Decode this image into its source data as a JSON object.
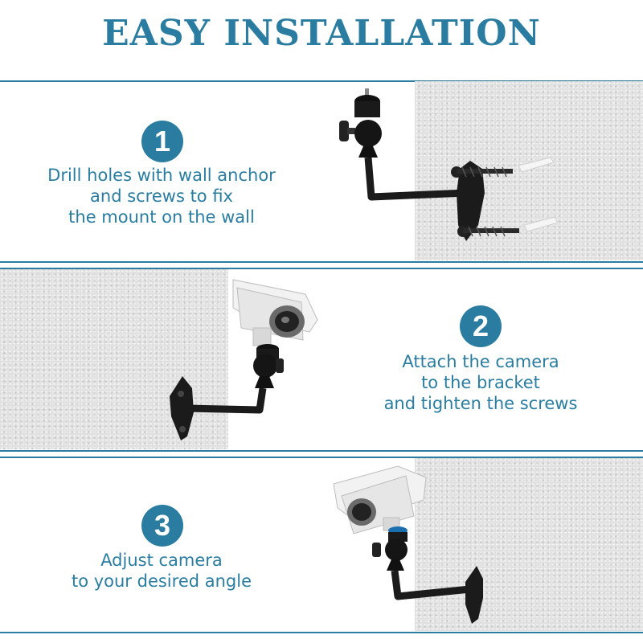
{
  "title": "EASY INSTALLATION",
  "steps": [
    {
      "number": "1",
      "lines": [
        "Drill holes with wall anchor",
        "and screws to fix",
        "the mount on the wall"
      ]
    },
    {
      "number": "2",
      "lines": [
        "Attach the camera",
        "to the bracket",
        "and tighten the screws"
      ]
    },
    {
      "number": "3",
      "lines": [
        "Adjust camera",
        "to your desired angle"
      ]
    }
  ],
  "colors": {
    "accent": "#2a7da0",
    "wall": "#dcdcdc",
    "bracket": "#1b1b1b"
  },
  "icons": [
    "wall-bracket-icon",
    "security-camera-icon",
    "wall-anchor-icon",
    "screw-icon"
  ]
}
